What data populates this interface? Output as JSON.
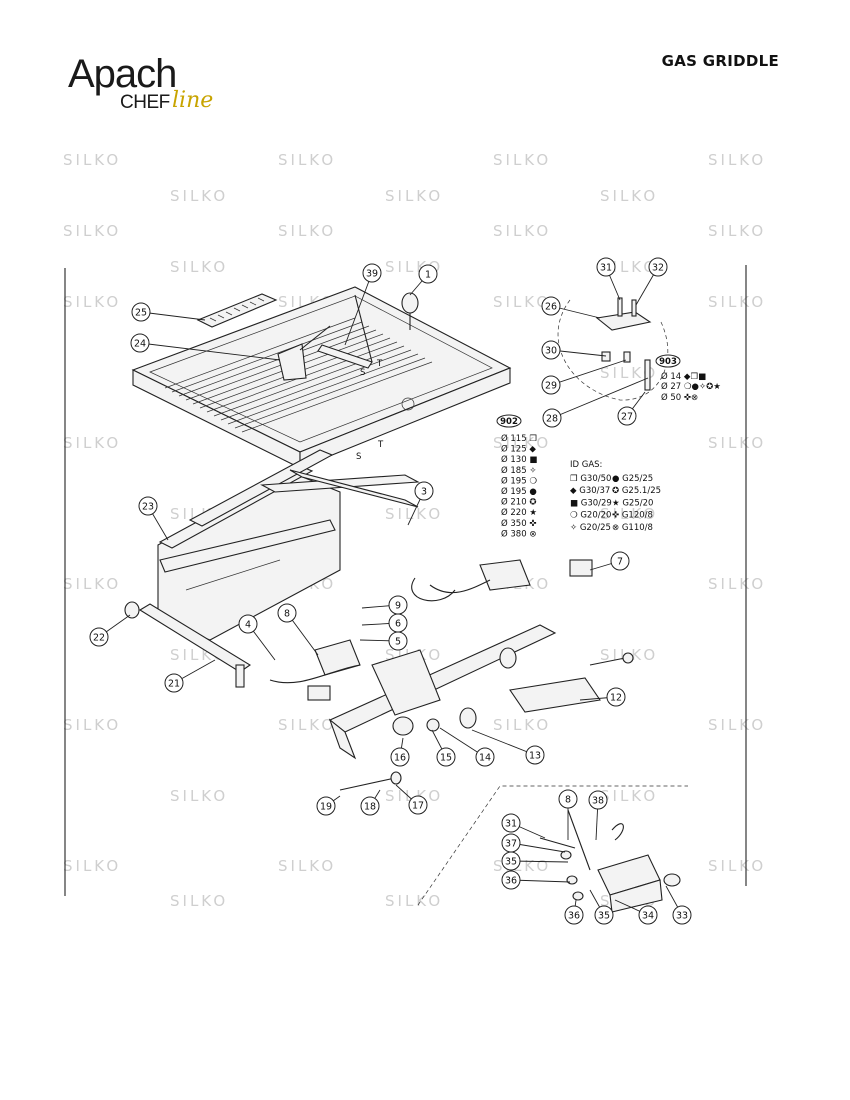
{
  "header": {
    "brand": "Apach",
    "sub_chef": "CHEF",
    "sub_line": "line",
    "doc_title": "GAS GRIDDLE"
  },
  "watermark": "SILKO",
  "callouts": [
    "1",
    "3",
    "4",
    "5",
    "6",
    "7",
    "8",
    "9",
    "12",
    "13",
    "14",
    "15",
    "16",
    "17",
    "18",
    "19",
    "21",
    "22",
    "23",
    "24",
    "25",
    "26",
    "27",
    "28",
    "29",
    "30",
    "31",
    "32",
    "8",
    "38",
    "31",
    "37",
    "35",
    "36",
    "36",
    "35",
    "34",
    "33",
    "39"
  ],
  "labels": {
    "s1": "S",
    "t1": "T",
    "s2": "S",
    "t2": "T"
  },
  "ref_903": {
    "tag": "903",
    "rows": [
      "Ø 14 ◆❒■",
      "Ø 27 ❍●✧✪★",
      "Ø 50 ✜⊗"
    ]
  },
  "ref_902": {
    "tag": "902",
    "rows": [
      "Ø 115 ❒",
      "Ø 125 ◆",
      "Ø 130 ■",
      "Ø 185 ✧",
      "Ø 195 ❍",
      "Ø 195 ●",
      "Ø 210 ✪",
      "Ø 220 ★",
      "Ø 350 ✜",
      "Ø 380 ⊗"
    ]
  },
  "id_gas": {
    "title": "ID GAS:",
    "left": [
      "❒ G30/50",
      "◆ G30/37",
      "■ G30/29",
      "❍ G20/20",
      "✧ G20/25"
    ],
    "right": [
      "● G25/25",
      "✪ G25.1/25",
      "★ G25/20",
      "✜ G120/8",
      "⊗ G110/8"
    ]
  }
}
